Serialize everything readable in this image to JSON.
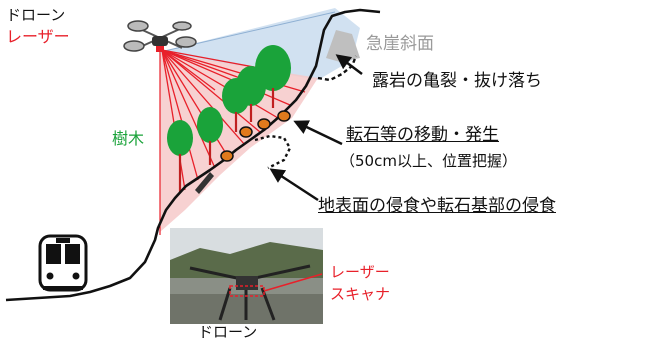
{
  "labels": {
    "drone_top": "ドローン",
    "laser": "レーザー",
    "steep_slope": "急崖斜面",
    "rock_crack": "露岩の亀裂・抜け落ち",
    "trees": "樹木",
    "rockfall_title": "転石等の移動・発生",
    "rockfall_note": "（50cm以上、位置把握）",
    "erosion": "地表面の侵食や転石基部の侵食",
    "scanner_line1": "レーザー",
    "scanner_line2": "スキャナ",
    "drone_photo_caption": "ドローン"
  },
  "colors": {
    "laser_red": "#e8202a",
    "tree_green": "#1aa33a",
    "slope_gray": "#9a9a9a",
    "text_black": "#111111",
    "laser_fill": "#f6c9c9",
    "sky_fill": "#c9dcef",
    "rock_orange": "#e07a1c"
  },
  "icons": [
    "drone-icon",
    "train-icon",
    "tree-icon",
    "rock-icon",
    "arrow-icon",
    "drone-photo"
  ]
}
